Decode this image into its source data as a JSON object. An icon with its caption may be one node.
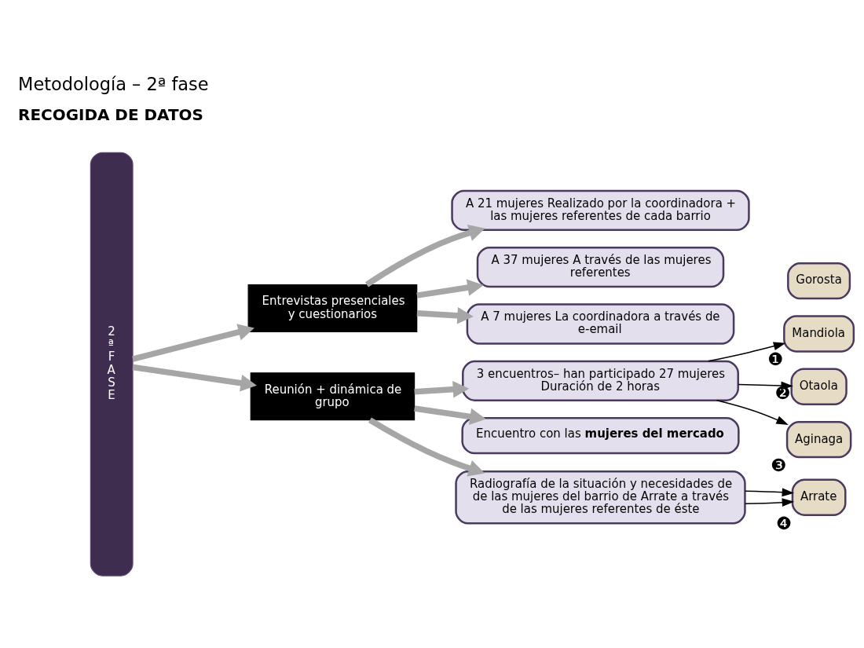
{
  "diagram": {
    "title": "Metodología – 2ª fase",
    "nodes": [
      {
        "text": [
          "2ª FASE"
        ]
      },
      {
        "text": [
          "Entrevistas presenciales y cuestionarios"
        ]
      },
      {
        "text": [
          "A 21 mujeres Realizado por la coordinadora + las mujeres referentes de cada barrio"
        ]
      },
      {
        "text": [
          "A 37 mujeres A través de las mujeres referentes"
        ]
      },
      {
        "text": [
          "A 7 mujeres La coordinadora a través de e-email"
        ]
      },
      {
        "text": [
          "Gorosta"
        ]
      },
      {
        "text": [
          "Mandiola"
        ],
        "beside": [
          "❶"
        ]
      },
      {
        "text": [
          "Otaola"
        ],
        "beside": [
          "❷"
        ]
      },
      {
        "text": [
          "Aginaga"
        ],
        "beside": [
          "❸"
        ]
      },
      {
        "text": [
          "3 encuentros– han participado 27 mujeres Duración de 2 horas"
        ]
      },
      {
        "text": [
          "Reunión + dinámica de grupo"
        ]
      },
      {
        "text": [
          "Encuentro con las **mujeres del mercado**"
        ]
      },
      {
        "text": [
          "Radiografía de la situación y necesidades de de las mujeres del barrio de Arrate a través de las mujeres referentes de éste"
        ]
      },
      {
        "text": [
          "Arrate"
        ],
        "beside": [
          "❹"
        ]
      }
    ],
    "edges": [
      {
        "from": 0,
        "to": 1,
        "arrow": "to"
      },
      {
        "from": 1,
        "to": 2,
        "arrow": "to"
      },
      {
        "from": 1,
        "to": 3,
        "arrow": "to"
      },
      {
        "from": 1,
        "to": 4,
        "arrow": "to"
      },
      {
        "from": 0,
        "to": 10,
        "arrow": "to"
      },
      {
        "from": 10,
        "to": 9,
        "arrow": "to"
      },
      {
        "from": 10,
        "to": 11,
        "arrow": "to"
      },
      {
        "from": 10,
        "to": 12,
        "arrow": "to"
      },
      {
        "from": 9,
        "to": 6,
        "arrow": "to",
        "color": "#000000"
      },
      {
        "from": 9,
        "to": 7,
        "arrow": "to",
        "color": "#000000"
      },
      {
        "from": 9,
        "to": 8,
        "arrow": "to",
        "color": "#000000"
      },
      {
        "from": 12,
        "to": 13,
        "arrow": "to",
        "color": "#000000"
      },
      {
        "from": 12,
        "to": 13,
        "arrow": "to",
        "color": "#000000"
      }
    ],
    "labels": [
      "RECOGIDA DE DATOS"
    ]
  }
}
